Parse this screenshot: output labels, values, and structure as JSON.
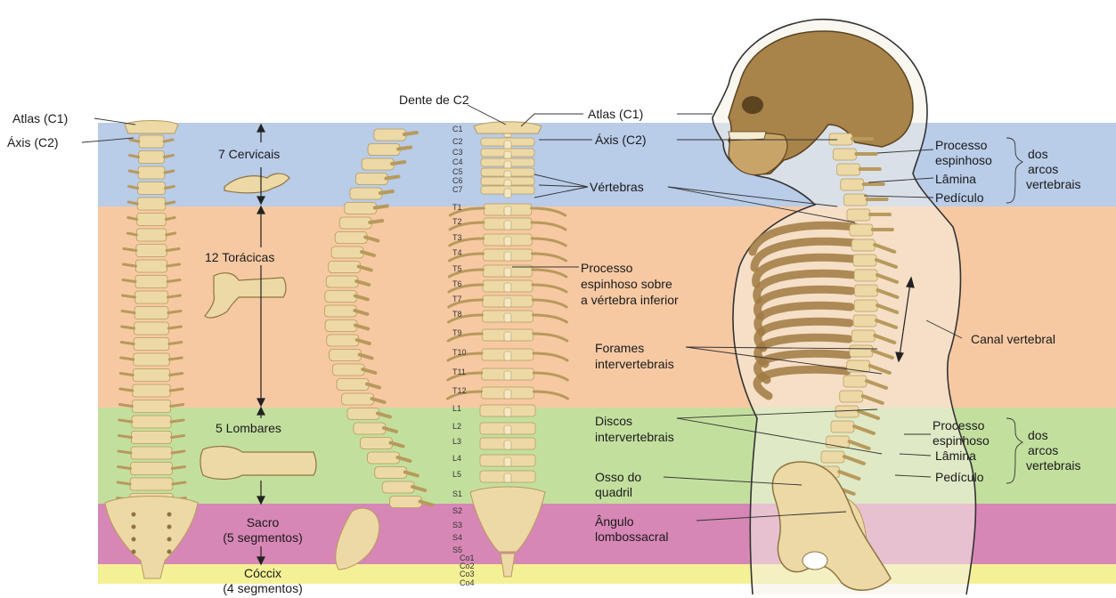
{
  "colors": {
    "cervical": "#b9cce8",
    "thoracic": "#f7c9a3",
    "lumbar": "#c3df9e",
    "sacral": "#d787b6",
    "coccyx": "#f4f096",
    "bone": "#ecd9a6",
    "bone_edge": "#b89a5c",
    "skull": "#a8834a",
    "body_outline": "#333333"
  },
  "left_view": {
    "atlas": "Atlas (C1)",
    "axis": "Áxis (C2)"
  },
  "regions": {
    "cervical": "7 Cervicais",
    "thoracic": "12 Torácicas",
    "lumbar": "5 Lombares",
    "sacral_line1": "Sacro",
    "sacral_line2": "(5 segmentos)",
    "coccyx_line1": "Cóccix",
    "coccyx_line2": "(4 segmentos)"
  },
  "posterior_view": {
    "dens": "Dente de C2",
    "atlas": "Atlas (C1)",
    "axis": "Áxis (C2)",
    "vertebrae": "Vértebras",
    "spinous_line1": "Processo",
    "spinous_line2": "espinhoso sobre",
    "spinous_line3": "a vértebra inferior",
    "foramina_line1": "Forames",
    "foramina_line2": "intervertebrais",
    "discs_line1": "Discos",
    "discs_line2": "intervertebrais",
    "hip_line1": "Osso do",
    "hip_line2": "quadril",
    "angle_line1": "Ângulo",
    "angle_line2": "lombossacral",
    "vertebra_labels": [
      "C1",
      "C2",
      "C3",
      "C4",
      "C5",
      "C6",
      "C7",
      "T1",
      "T2",
      "T3",
      "T4",
      "T5",
      "T6",
      "T7",
      "T8",
      "T9",
      "T10",
      "T11",
      "T12",
      "L1",
      "L2",
      "L3",
      "L4",
      "L5",
      "S1",
      "S2",
      "S3",
      "S4",
      "S5",
      "Co1",
      "Co2",
      "Co3",
      "Co4"
    ]
  },
  "lateral_view": {
    "upper_spinous_1": "Processo",
    "upper_spinous_2": "espinhoso",
    "upper_lamina": "Lâmina",
    "upper_pedicle": "Pedículo",
    "upper_group_1": "dos",
    "upper_group_2": "arcos",
    "upper_group_3": "vertebrais",
    "canal": "Canal vertebral",
    "lower_spinous_1": "Processo",
    "lower_spinous_2": "espinhoso",
    "lower_lamina": "Lâmina",
    "lower_pedicle": "Pedículo",
    "lower_group_1": "dos",
    "lower_group_2": "arcos",
    "lower_group_3": "vertebrais"
  }
}
